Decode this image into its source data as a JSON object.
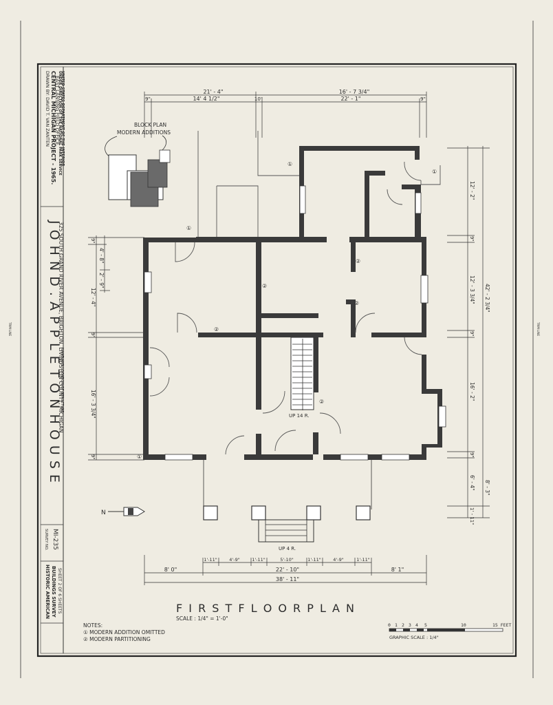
{
  "title_block": {
    "drawn_by": "DRAWN BY: DAVID T. VAN ZANTEN",
    "project": "CENTRAL MICHIGAN PROJECT - 1965.",
    "office": "EAST LANSING FIELD OFFICE.",
    "agency1": "UNDER DIRECTION OF THE NATIONAL PARK SERVICE",
    "agency2": "UNITED STATES DEPARTMENT OF THE INTERIOR",
    "building_name": "J O H N   D .   A P P L E T O N   H O U S E",
    "address": "325  SOUTH  GRAND  RIVER  AVENUE,  BRIGHTON,  LIVINGSTON  COUNTY,  MICHIGAN",
    "structure_label": "NAME AND LOCATION OF STRUCTURE",
    "survey_label": "SURVEY NO.",
    "survey_no": "MI-235",
    "habs1": "HISTORIC AMERICAN",
    "habs2": "BUILDINGS SURVEY",
    "sheet": "SHEET 2 OF 6 SHEETS"
  },
  "plan": {
    "title": "F I R S T   F L O O R   P L A N",
    "scale": "SCALE : 1/4\" = 1'-0\"",
    "graphic_scale_label": "GRAPHIC  SCALE : 1/4\"",
    "scale_ticks": [
      "0",
      "1",
      "2",
      "3",
      "4",
      "5",
      "10",
      "15 FEET"
    ],
    "notes_title": "NOTES:",
    "notes": [
      "① MODERN ADDITION OMITTED",
      "② MODERN PARTITIONING"
    ],
    "block_plan_label1": "BLOCK PLAN",
    "block_plan_label2": "MODERN ADDITIONS",
    "stair_label": "UP 14 R.",
    "porch_stair_label": "UP 4 R.",
    "north_label": "N",
    "trim_line": "TRIM LINE"
  },
  "dimensions": {
    "top_row1": [
      "21' - 4\"",
      "16' - 7 3/4\""
    ],
    "top_row2": [
      "9\"",
      "14' 4 1/2\"",
      "10\"",
      "22' - 1\"",
      "9\""
    ],
    "left": [
      "9\"",
      "4' - 8\"",
      "2' - 9\"",
      "12' - 4\"",
      "9\"",
      "16' - 3 3/4\"",
      "9\""
    ],
    "right": [
      "12' - 2\"",
      "9\"",
      "12' - 3 3/4\"",
      "42' - 2 3/4\"",
      "9\"",
      "16' - 2\"",
      "9\"",
      "6' - 4\"",
      "8' - 3\"",
      "1' - 11\""
    ],
    "bottom_row1": [
      "1'-11\"",
      "4'-9\"",
      "1'-11\"",
      "5'-10\"",
      "1'-11\"",
      "4'-9\"",
      "1'-11\""
    ],
    "bottom_row2": [
      "8' 0\"",
      "22' - 10\"",
      "8' 1\""
    ],
    "bottom_total": "38' - 11\""
  },
  "markers": {
    "one": "①",
    "two": "②"
  }
}
